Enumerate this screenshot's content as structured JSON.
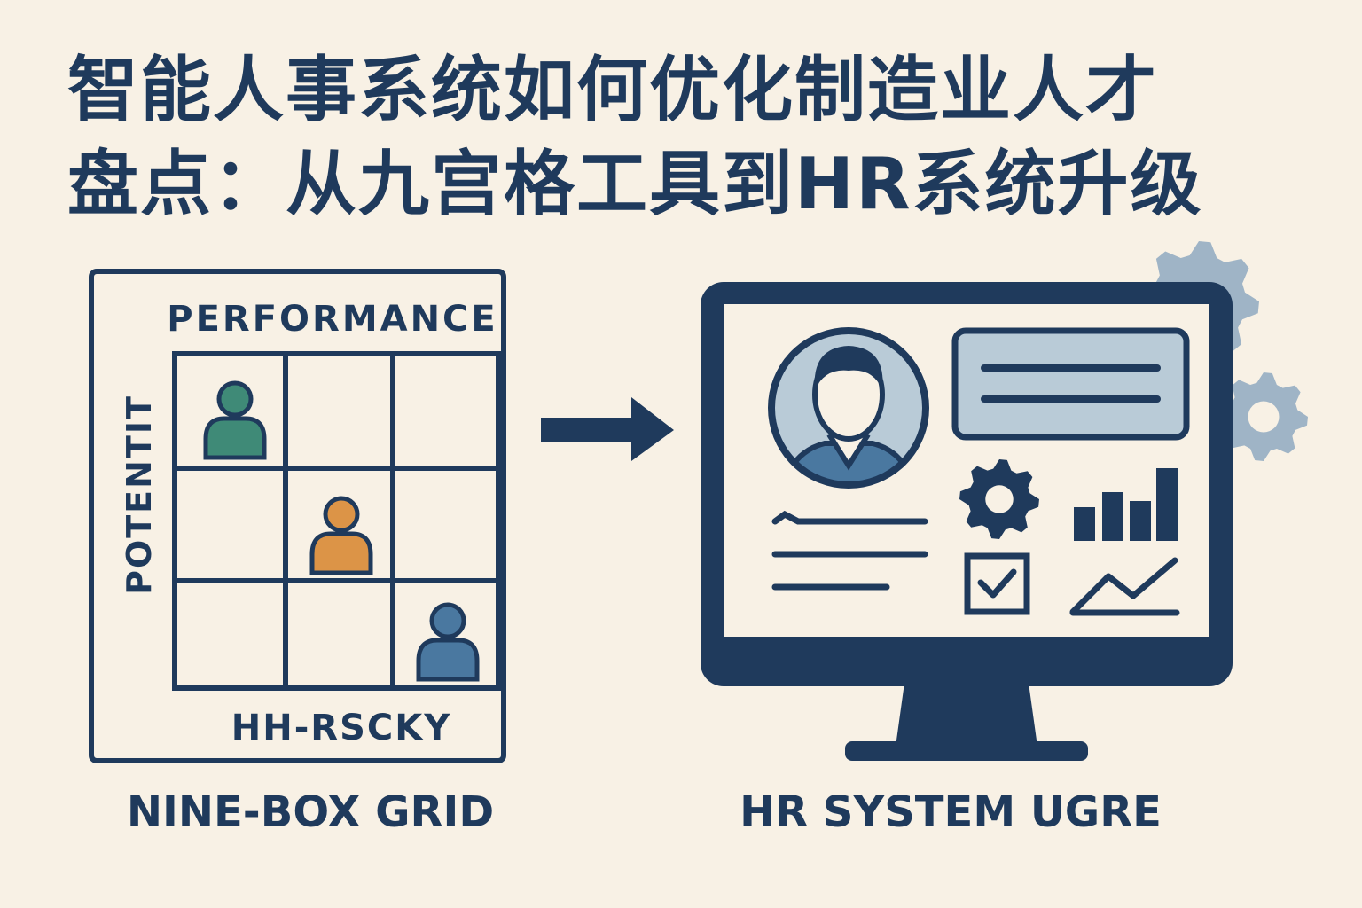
{
  "title": {
    "line1": "智能人事系统如何优化制造业人才",
    "line2": "盘点：从九宫格工具到HR系统升级"
  },
  "nine_box": {
    "top_label": "PERFORMANCE",
    "side_label": "POTENTIT",
    "bottom_label": "HH-RSCKY",
    "caption": "NINE-BOX GRID",
    "people_colors": [
      "#3f8a77",
      "#dc9447",
      "#4a78a0"
    ]
  },
  "hr_system": {
    "caption": "HR SYSTEM UGRE"
  },
  "icons": [
    "person-icon",
    "arrow-right-icon",
    "monitor-icon",
    "avatar-icon",
    "gear-icon",
    "bar-chart-icon",
    "checkbox-icon",
    "line-chart-icon"
  ],
  "colors": {
    "background": "#f8f1e5",
    "navy": "#1f3a5c",
    "gear_light": "#9fb4c6",
    "card": "#b9cbd7"
  }
}
